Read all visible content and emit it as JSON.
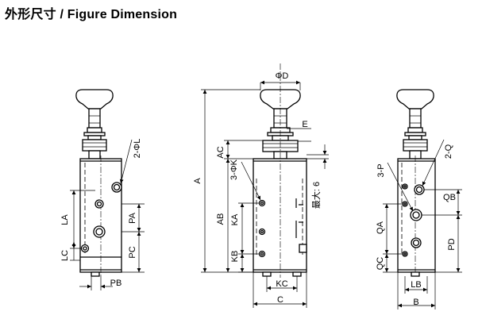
{
  "title": "外形尺寸 / Figure Dimension",
  "views": {
    "left": {
      "labels": {
        "two_phi_l": "2-ΦL",
        "la": "LA",
        "lc": "LC",
        "pa": "PA",
        "pc": "PC",
        "pb": "PB"
      }
    },
    "middle": {
      "labels": {
        "phi_d": "ΦD",
        "e": "E",
        "a": "A",
        "ac": "AC",
        "ab": "AB",
        "three_phi_k": "3-ΦK",
        "ka": "KA",
        "kb": "KB",
        "kc": "KC",
        "c": "C",
        "max6": "最大: 6"
      }
    },
    "right": {
      "labels": {
        "two_q": "2-Q",
        "three_p": "3-P",
        "qb": "QB",
        "qa": "QA",
        "qc": "QC",
        "pd": "PD",
        "lb": "LB",
        "b": "B"
      }
    }
  },
  "colors": {
    "line": "#000000",
    "background": "#ffffff"
  }
}
